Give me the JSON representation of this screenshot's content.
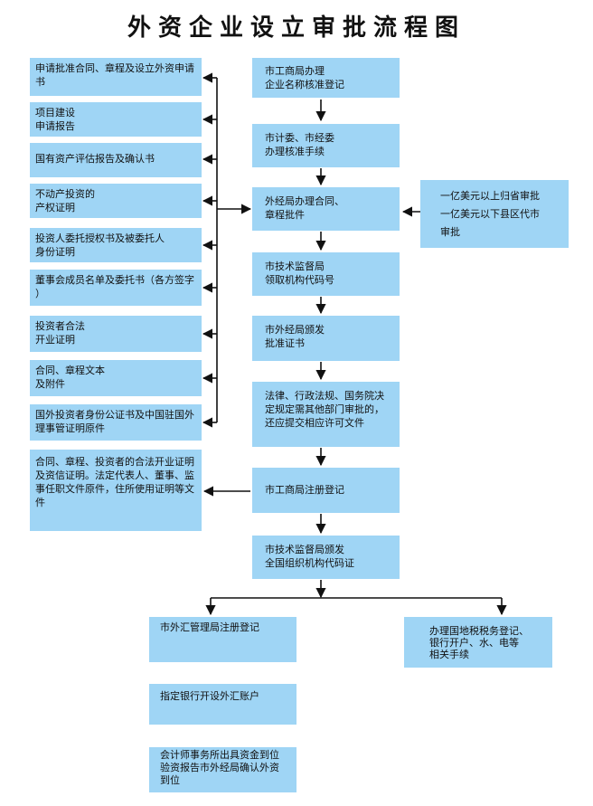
{
  "title": "外资企业设立审批流程图",
  "left_requirements": [
    {
      "lines": [
        "申请批准合同、章程及设立外资申请",
        "书"
      ]
    },
    {
      "lines": [
        "项目建设",
        "申请报告"
      ]
    },
    {
      "lines": [
        "国有资产评估报告及确认书"
      ]
    },
    {
      "lines": [
        "不动产投资的",
        "产权证明"
      ]
    },
    {
      "lines": [
        "投资人委托授权书及被委托人",
        "身份证明"
      ]
    },
    {
      "lines": [
        "董事会成员名单及委托书（各方签字",
        "）"
      ]
    },
    {
      "lines": [
        "投资者合法",
        "开业证明"
      ]
    },
    {
      "lines": [
        "合同、章程文本",
        "及附件"
      ]
    },
    {
      "lines": [
        "国外投资者身份公证书及中国驻国外",
        "理事管证明原件"
      ]
    },
    {
      "lines": [
        "合同、章程、投资者的合法开业证明",
        "及资信证明。法定代表人、董事、监",
        "事任职文件原件，住所使用证明等文",
        "件"
      ]
    }
  ],
  "main_steps": [
    {
      "lines": [
        "市工商局办理",
        "企业名称核准登记"
      ]
    },
    {
      "lines": [
        "市计委、市经委",
        "办理核准手续"
      ]
    },
    {
      "lines": [
        "外经局办理合同、",
        "章程批件"
      ]
    },
    {
      "lines": [
        "市技术监督局",
        "领取机构代码号"
      ]
    },
    {
      "lines": [
        "市外经局颁发",
        "批准证书"
      ]
    },
    {
      "lines": [
        "法律、行政法规、国务院决",
        "定规定需其他部门审批的，",
        "还应提交相应许可文件"
      ]
    },
    {
      "lines": [
        "市工商局注册登记"
      ]
    },
    {
      "lines": [
        "市技术监督局颁发",
        "全国组织机构代码证"
      ]
    }
  ],
  "right_note": {
    "lines": [
      "一亿美元以上归省审批",
      "一亿美元以下县区代市",
      "审批"
    ]
  },
  "branch_left": [
    {
      "lines": [
        "市外汇管理局注册登记"
      ]
    },
    {
      "lines": [
        "指定银行开设外汇账户"
      ]
    },
    {
      "lines": [
        "会计师事务所出具资金到位",
        "验资报告市外经局确认外资",
        "到位"
      ]
    }
  ],
  "branch_right": {
    "lines": [
      "办理国地税税务登记、",
      "银行开户、水、电等",
      "相关手续"
    ]
  },
  "colors": {
    "box_fill": "#9fd5f5",
    "line": "#111111"
  }
}
